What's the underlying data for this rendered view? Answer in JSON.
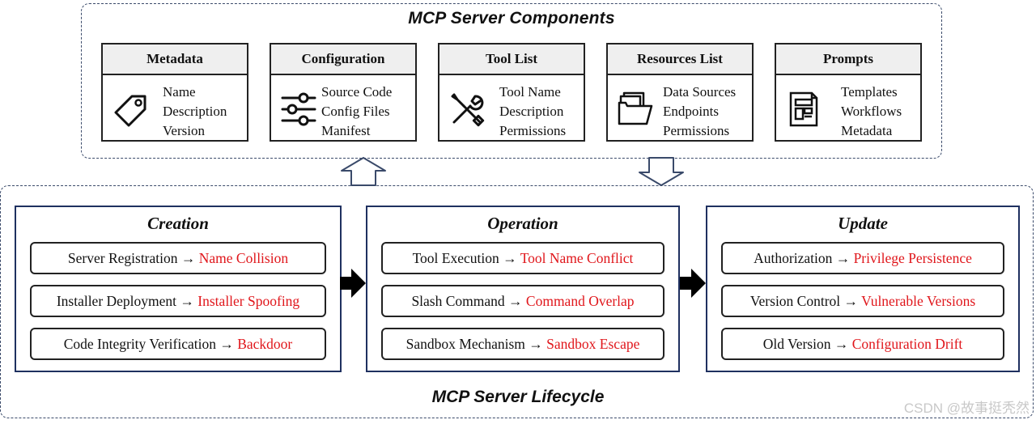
{
  "components": {
    "title": "MCP Server Components",
    "cards": [
      {
        "header": "Metadata",
        "icon": "tag-icon",
        "lines": [
          "Name",
          "Description",
          "Version"
        ]
      },
      {
        "header": "Configuration",
        "icon": "sliders-icon",
        "lines": [
          "Source Code",
          "Config Files",
          "Manifest"
        ]
      },
      {
        "header": "Tool List",
        "icon": "wrench-screwdriver-icon",
        "lines": [
          "Tool Name",
          "Description",
          "Permissions"
        ]
      },
      {
        "header": "Resources List",
        "icon": "folder-icon",
        "lines": [
          "Data Sources",
          "Endpoints",
          "Permissions"
        ]
      },
      {
        "header": "Prompts",
        "icon": "document-template-icon",
        "lines": [
          "Templates",
          "Workflows",
          "Metadata"
        ]
      }
    ]
  },
  "lifecycle": {
    "title": "MCP Server Lifecycle",
    "arrow_symbol": "→",
    "stages": [
      {
        "title": "Creation",
        "items": [
          {
            "phase": "Server Registration",
            "risk": "Name Collision"
          },
          {
            "phase": "Installer Deployment",
            "risk": "Installer Spoofing"
          },
          {
            "phase": "Code Integrity Verification",
            "risk": "Backdoor"
          }
        ]
      },
      {
        "title": "Operation",
        "items": [
          {
            "phase": "Tool Execution",
            "risk": "Tool Name Conflict"
          },
          {
            "phase": "Slash Command",
            "risk": "Command Overlap"
          },
          {
            "phase": "Sandbox Mechanism",
            "risk": "Sandbox Escape"
          }
        ]
      },
      {
        "title": "Update",
        "items": [
          {
            "phase": "Authorization",
            "risk": "Privilege Persistence"
          },
          {
            "phase": "Version Control",
            "risk": "Vulnerable Versions"
          },
          {
            "phase": "Old Version",
            "risk": "Configuration Drift"
          }
        ]
      }
    ]
  },
  "colors": {
    "risk": "#e0161b",
    "stage_border": "#1f3060",
    "panel_border": "#3a4a6a"
  },
  "watermark": "CSDN @故事挺秃然"
}
